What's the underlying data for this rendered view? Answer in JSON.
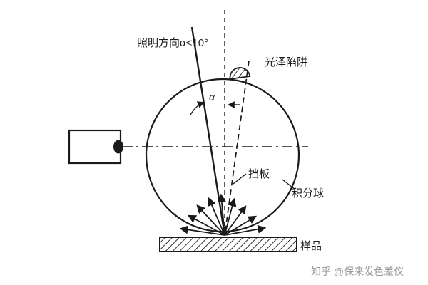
{
  "colors": {
    "ink": "#1a1a1a",
    "watermark": "#999999"
  },
  "labels": {
    "illumination": "照明方向α<10°",
    "gloss_trap": "光泽陷阱",
    "alpha_symbol": "α",
    "baffle": "挡板",
    "integrating_sphere": "积分球",
    "sample": "样品"
  },
  "watermark": "知乎 @保来发色差仪"
}
